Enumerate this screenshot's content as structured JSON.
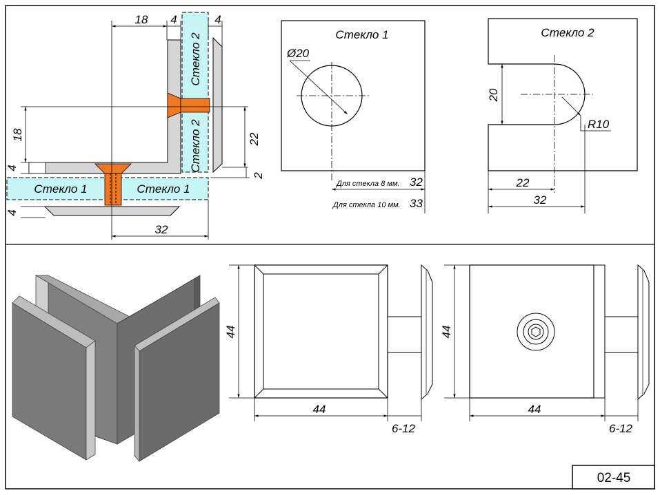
{
  "sheet": {
    "code": "02-45"
  },
  "section": {
    "glass1": "Стекло 1",
    "glass2": "Стекло 2",
    "dims": {
      "d18_top": "18",
      "d4_a": "4",
      "d4_b": "4",
      "d18_left": "18",
      "d22": "22",
      "d4_c": "4",
      "d4_d": "4",
      "d2": "2",
      "d32": "32"
    }
  },
  "glass1_view": {
    "title": "Стекло 1",
    "hole_dia": "Ø20",
    "note_8": "Для стекла 8 мм.",
    "val_8": "32",
    "note_10": "Для стекла 10 мм.",
    "val_10": "33"
  },
  "glass2_view": {
    "title": "Стекло 2",
    "d20": "20",
    "radius": "R10",
    "d22": "22",
    "d32": "32"
  },
  "front_view": {
    "h": "44",
    "w": "44",
    "gap": "6-12"
  },
  "back_view": {
    "h": "44",
    "w": "44",
    "gap": "6-12"
  },
  "colors": {
    "glass": "#c8f6f6",
    "screw": "#f07820",
    "metal": "#d6d6d6",
    "iso_dark": "#6e6e6e"
  }
}
